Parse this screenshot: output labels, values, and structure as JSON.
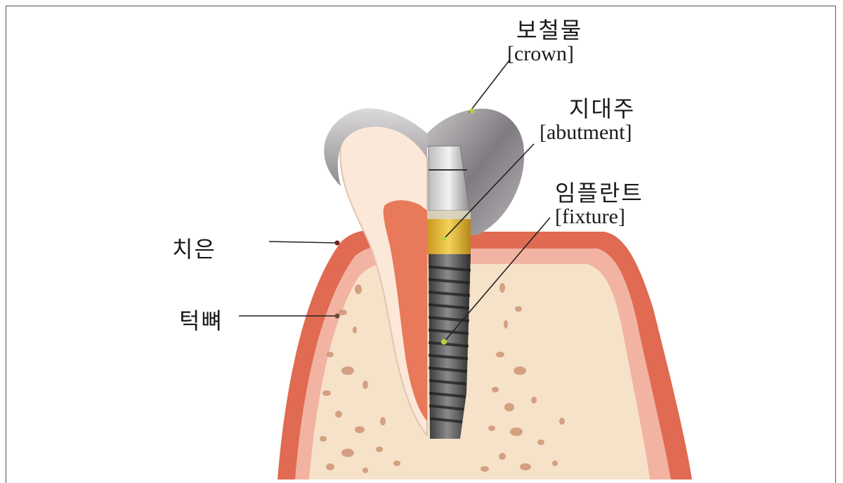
{
  "labels": {
    "crown_ko": "보철물",
    "crown_en": "[crown]",
    "abutment_ko": "지대주",
    "abutment_en": "[abutment]",
    "fixture_ko": "임플란트",
    "fixture_en": "[fixture]",
    "gum_ko": "치은",
    "bone_ko": "턱뼈"
  },
  "colors": {
    "gum": "#e06a52",
    "gum_light": "#f2b3a2",
    "bone": "#f6e2c9",
    "bone_spot": "#c98a6a",
    "dentin": "#fbe8d8",
    "pulp": "#e8795a",
    "enamel": "#9e9a9c",
    "crown": "#8d8a8f",
    "abutment_gold": "#e5b632",
    "fixture": "#505050",
    "pointer_dot": "#b5d43a"
  }
}
